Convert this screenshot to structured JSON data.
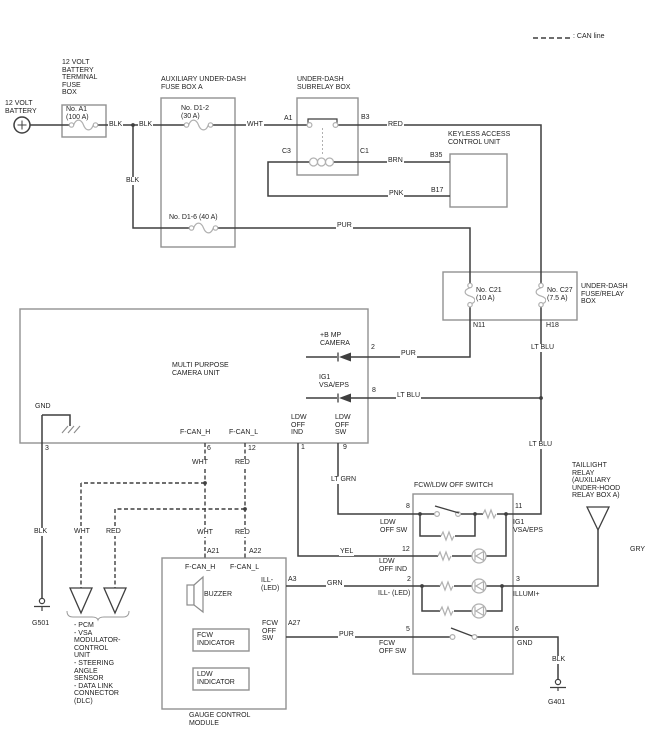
{
  "legend": {
    "can_line_label": ": CAN line"
  },
  "battery": {
    "label": "12 VOLT\nBATTERY"
  },
  "battery_terminal_fuse_box": {
    "title": "12 VOLT\nBATTERY\nTERMINAL\nFUSE\nBOX",
    "fuse_a1": "No. A1\n(100 A)"
  },
  "aux_fuse_box": {
    "title": "AUXILIARY UNDER-DASH\nFUSE BOX A",
    "fuse_d1_2": "No. D1-2\n(30 A)",
    "fuse_d1_6": "No. D1-6 (40 A)"
  },
  "subrelay_box": {
    "title": "UNDER-DASH\nSUBRELAY BOX",
    "pin_a1": "A1",
    "pin_b3": "B3",
    "pin_c3": "C3",
    "pin_c1": "C1"
  },
  "keyless_unit": {
    "title": "KEYLESS ACCESS\nCONTROL UNIT",
    "pin_b35": "B35",
    "pin_b17": "B17"
  },
  "under_dash_fuse_relay_box": {
    "title": "UNDER-DASH\nFUSE/RELAY\nBOX",
    "fuse_c21": "No. C21\n(10 A)",
    "fuse_c27": "No. C27\n(7.5 A)",
    "pin_n11": "N11",
    "pin_h18": "H18"
  },
  "camera_unit": {
    "title": "MULTI PURPOSE\nCAMERA UNIT",
    "gnd": "GND",
    "b_mp_camera": "+B MP\nCAMERA",
    "ig1_vsa_eps": "IG1\nVSA/EPS",
    "ldw_off_ind": "LDW\nOFF\nIND",
    "ldw_off_sw": "LDW\nOFF\nSW",
    "f_can_h": "F-CAN_H",
    "f_can_l": "F-CAN_L",
    "pin_3": "3",
    "pin_6": "6",
    "pin_12": "12",
    "pin_1": "1",
    "pin_9": "9",
    "pin_2": "2",
    "pin_8": "8"
  },
  "gauge_module": {
    "title": "GAUGE CONTROL\nMODULE",
    "f_can_h": "F-CAN_H",
    "f_can_l": "F-CAN_L",
    "buzzer": "BUZZER",
    "ill_led": "ILL-\n(LED)",
    "fcw_off_sw": "FCW\nOFF\nSW",
    "fcw_indicator": "FCW\nINDICATOR",
    "ldw_indicator": "LDW\nINDICATOR",
    "pin_a21": "A21",
    "pin_a22": "A22",
    "pin_a3": "A3",
    "pin_a27": "A27"
  },
  "fcw_ldw_switch": {
    "title": "FCW/LDW OFF SWITCH",
    "ldw_off_sw": "LDW\nOFF SW",
    "ig1_vsa_eps": "IG1\nVSA/EPS",
    "ldw_off_ind": "LDW\nOFF IND",
    "ill_led": "ILL- (LED)",
    "illumi": "ILLUMI+",
    "fcw_off_sw": "FCW\nOFF SW",
    "gnd": "GND",
    "pin_8": "8",
    "pin_11": "11",
    "pin_12": "12",
    "pin_2": "2",
    "pin_3": "3",
    "pin_5": "5",
    "pin_6": "6"
  },
  "taillight_relay": {
    "title": "TAILLIGHT\nRELAY\n(AUXILIARY\nUNDER-HOOD\nRELAY BOX A)"
  },
  "grounds": {
    "g501": "G501",
    "g401": "G401"
  },
  "can_consumers": {
    "list": "- PCM\n- VSA\nMODULATOR-\nCONTROL\nUNIT\n- STEERING\nANGLE\nSENSOR\n- DATA LINK\nCONNECTOR\n(DLC)"
  },
  "wires": {
    "blk": "BLK",
    "wht": "WHT",
    "red": "RED",
    "brn": "BRN",
    "pnk": "PNK",
    "pur": "PUR",
    "lt_blu": "LT BLU",
    "lt_grn": "LT GRN",
    "yel": "YEL",
    "grn": "GRN",
    "gry": "GRY"
  },
  "colors": {
    "wire": "#3f3f3f",
    "box_border": "#919191",
    "symbol": "#b0b0b0",
    "text": "#1f1f1f",
    "background": "#ffffff"
  }
}
